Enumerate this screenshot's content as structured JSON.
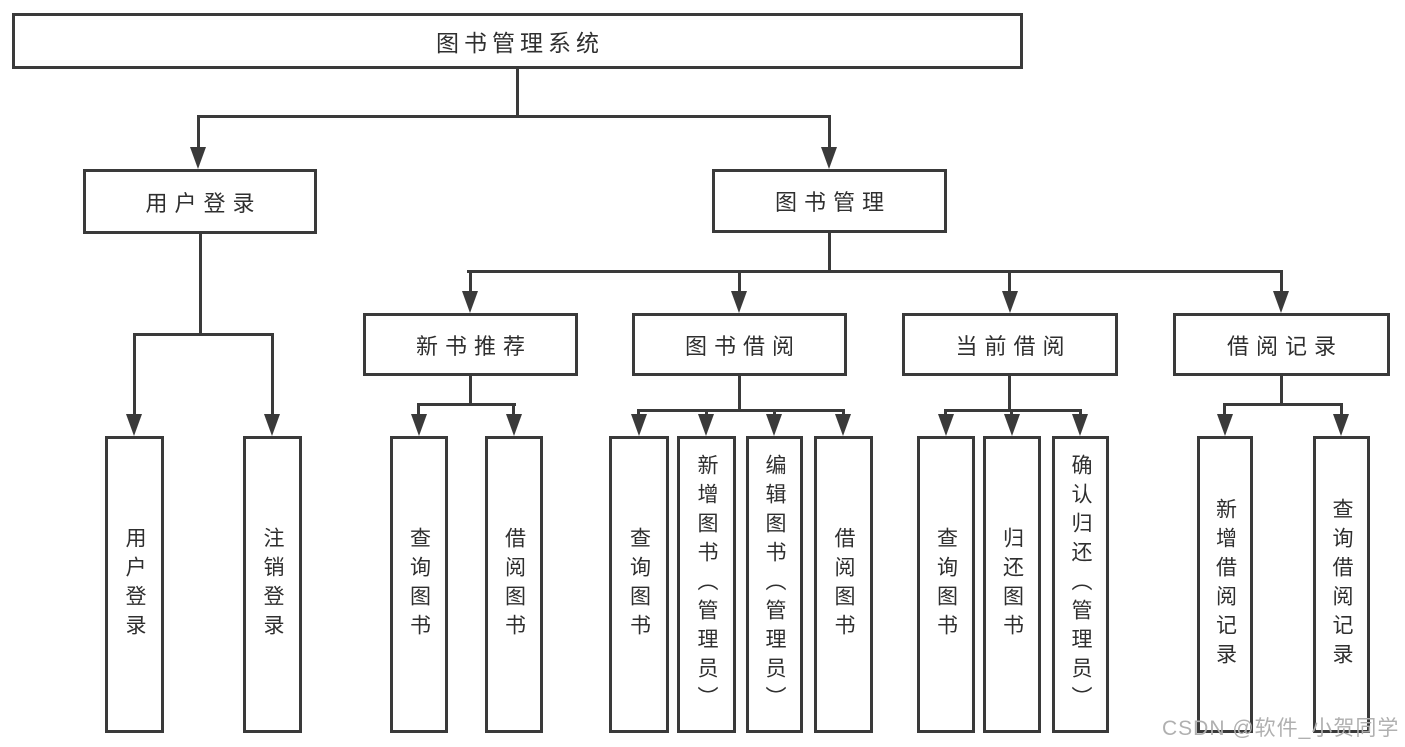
{
  "diagram": {
    "type": "tree",
    "root": {
      "label": "图书管理系统"
    },
    "level1": [
      {
        "label": "用户登录",
        "parent": "图书管理系统"
      },
      {
        "label": "图书管理",
        "parent": "图书管理系统"
      }
    ],
    "level2": [
      {
        "label": "新书推荐",
        "parent": "图书管理"
      },
      {
        "label": "图书借阅",
        "parent": "图书管理"
      },
      {
        "label": "当前借阅",
        "parent": "图书管理"
      },
      {
        "label": "借阅记录",
        "parent": "图书管理"
      }
    ],
    "leaves": [
      {
        "label": "用户登录",
        "parent": "用户登录"
      },
      {
        "label": "注销登录",
        "parent": "用户登录"
      },
      {
        "label": "查询图书",
        "parent": "新书推荐"
      },
      {
        "label": "借阅图书",
        "parent": "新书推荐"
      },
      {
        "label": "查询图书",
        "parent": "图书借阅"
      },
      {
        "label": "新增图书（管理员）",
        "parent": "图书借阅"
      },
      {
        "label": "编辑图书（管理员）",
        "parent": "图书借阅"
      },
      {
        "label": "借阅图书",
        "parent": "图书借阅"
      },
      {
        "label": "查询图书",
        "parent": "当前借阅"
      },
      {
        "label": "归还图书",
        "parent": "当前借阅"
      },
      {
        "label": "确认归还（管理员）",
        "parent": "当前借阅"
      },
      {
        "label": "新增借阅记录",
        "parent": "借阅记录"
      },
      {
        "label": "查询借阅记录",
        "parent": "借阅记录"
      }
    ],
    "watermark": {
      "text": "CSDN @软件_小贺同学"
    },
    "colors": {
      "line": "#3a3a3a",
      "text": "#2f2f2f",
      "box_fill": "#ffffff",
      "watermark": "#b0b0b0",
      "background": "#ffffff"
    }
  }
}
